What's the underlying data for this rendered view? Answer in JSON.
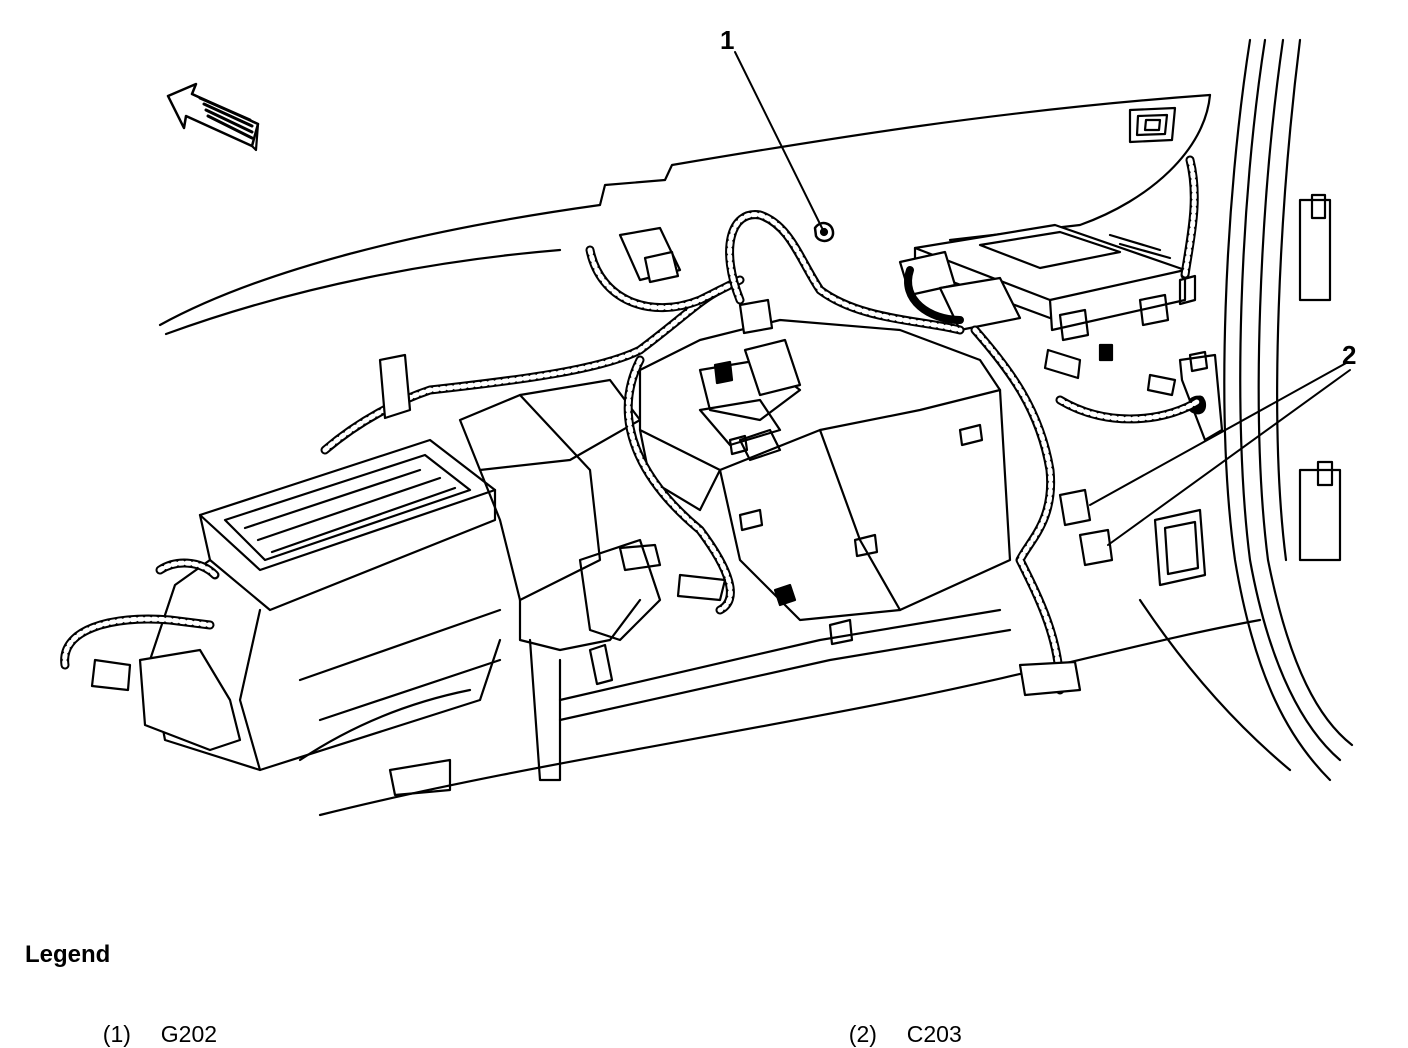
{
  "callouts": [
    {
      "id": "1",
      "label": "1"
    },
    {
      "id": "2",
      "label": "2"
    }
  ],
  "legend": {
    "title": "Legend",
    "items": [
      {
        "number": "(1)",
        "name": "G202"
      },
      {
        "number": "(2)",
        "name": "C203"
      }
    ]
  },
  "icons": [
    "forward-direction-arrow-icon"
  ],
  "colors": {
    "ink": "#000000",
    "background": "#ffffff"
  }
}
